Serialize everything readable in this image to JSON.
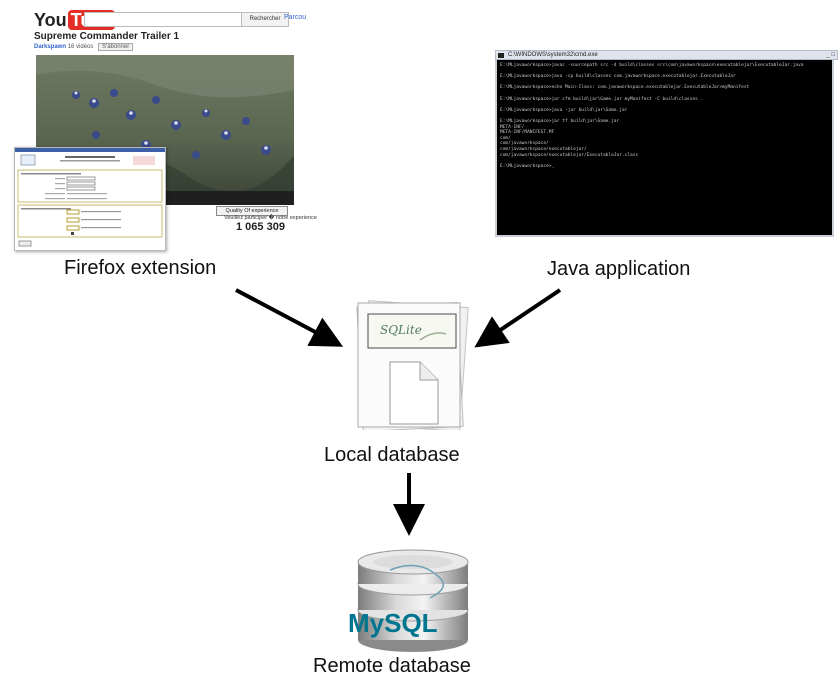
{
  "youtube": {
    "logo_you": "You",
    "logo_tube": "Tube",
    "search_button": "Rechercher",
    "browse_link": "Parcou",
    "video_title": "Supreme Commander Trailer 1",
    "channel_name": "Darkspawn",
    "video_count": "16 vidéos",
    "subscribe_button": "S'abonner",
    "quality_button": "Quality Of experience",
    "participate_text": "Veuillez participer � notre experience",
    "view_count": "1 065 309"
  },
  "console": {
    "window_title": "C:\\WINDOWS\\system32\\cmd.exe",
    "lines": [
      "E:\\MLjavaworkspace>javac -sourcepath src -d build\\classes src\\com\\javaworkspace\\executablejar\\ExecutableJar.java",
      "",
      "E:\\MLjavaworkspace>java -cp build\\classes com.javaworkspace.executablejar.ExecutableJar",
      "",
      "E:\\MLjavaworkspace>echo Main-Class: com.javaworkspace.executablejar.ExecutableJar>myManifest",
      "",
      "E:\\MLjavaworkspace>jar cfm build\\jar\\Game.jar myManifest -C build\\classes .",
      "",
      "E:\\MLjavaworkspace>java -jar build\\jar\\Game.jar",
      "",
      "E:\\MLjavaworkspace>jar tf build\\jar\\Game.jar",
      "META-INF/",
      "META-INF/MANIFEST.MF",
      "com/",
      "com/javaworkspace/",
      "com/javaworkspace/executablejar/",
      "com/javaworkspace/executablejar/ExecutableJar.class",
      "",
      "E:\\MLjavaworkspace>_"
    ]
  },
  "labels": {
    "firefox": "Firefox extension",
    "java": "Java application",
    "local": "Local database",
    "remote": "Remote database"
  },
  "sqlite_logo": "SQLite",
  "mysql_logo": "MySQL",
  "colors": {
    "youtube_red": "#e52d27",
    "mysql_blue": "#00758f",
    "mysql_orange": "#f29111",
    "arrow": "#000000"
  }
}
